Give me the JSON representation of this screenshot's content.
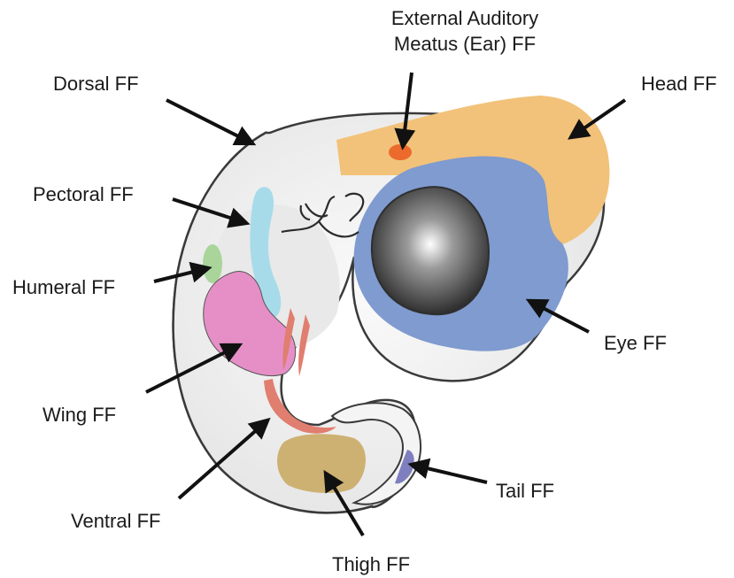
{
  "labels": {
    "ear_line1": "External Auditory",
    "ear_line2": "Meatus (Ear) FF",
    "dorsal": "Dorsal FF",
    "head": "Head FF",
    "pectoral": "Pectoral FF",
    "humeral": "Humeral FF",
    "eye": "Eye FF",
    "wing": "Wing FF",
    "tail": "Tail FF",
    "ventral": "Ventral FF",
    "thigh": "Thigh FF"
  },
  "colors": {
    "dorsal": "#6e9472",
    "body": "#efefef",
    "head": "#f2c27a",
    "ear": "#ec6a2c",
    "eye_field": "#7f9bcf",
    "eye_ball": "#3a3a3a",
    "pectoral": "#a8dbea",
    "humeral": "#a9d59a",
    "wing": "#e58fc6",
    "ventral": "#e07e70",
    "thigh": "#cdb173",
    "tail": "#7f7fbf",
    "outline": "#3a3a3a",
    "arrow": "#111111"
  }
}
